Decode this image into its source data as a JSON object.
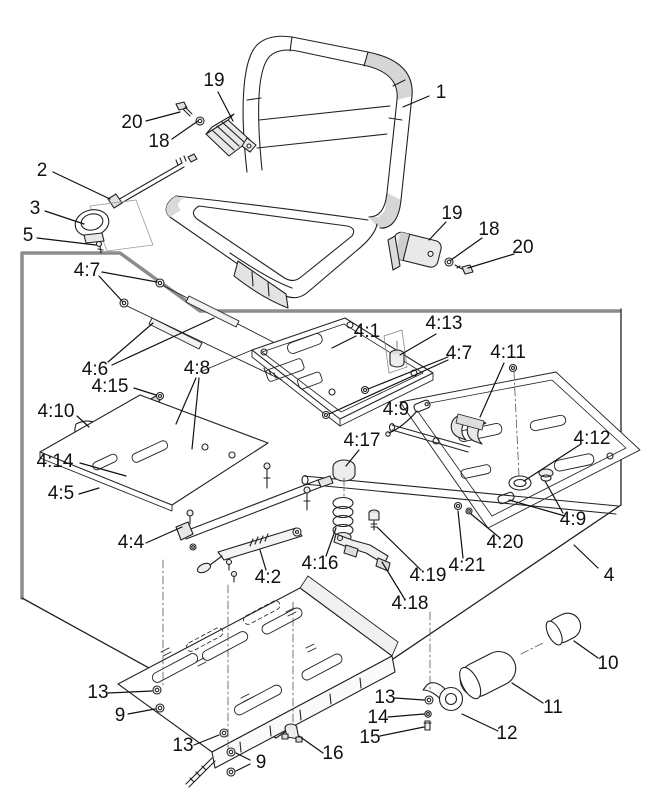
{
  "figure": {
    "type": "exploded-parts-diagram",
    "subject": "Seat assembly exploded view with numbered callouts"
  },
  "colors": {
    "line": "#222222",
    "panel_border_gray": "#8c8c8c",
    "shade_light": "#e8e8e8",
    "background": "#ffffff",
    "label_text": "#111111"
  },
  "labels": [
    {
      "id": "callout-1",
      "text": "1"
    },
    {
      "id": "callout-2",
      "text": "2"
    },
    {
      "id": "callout-3",
      "text": "3"
    },
    {
      "id": "callout-5",
      "text": "5"
    },
    {
      "id": "callout-19-top",
      "text": "19"
    },
    {
      "id": "callout-20-top",
      "text": "20"
    },
    {
      "id": "callout-18-top",
      "text": "18"
    },
    {
      "id": "callout-19-right",
      "text": "19"
    },
    {
      "id": "callout-18-right",
      "text": "18"
    },
    {
      "id": "callout-20-right",
      "text": "20"
    },
    {
      "id": "callout-4-7-left",
      "text": "4:7"
    },
    {
      "id": "callout-4-6",
      "text": "4:6"
    },
    {
      "id": "callout-4-8",
      "text": "4:8"
    },
    {
      "id": "callout-4-15",
      "text": "4:15"
    },
    {
      "id": "callout-4-10",
      "text": "4:10"
    },
    {
      "id": "callout-4-14",
      "text": "4:14"
    },
    {
      "id": "callout-4-5",
      "text": "4:5"
    },
    {
      "id": "callout-4-4",
      "text": "4:4"
    },
    {
      "id": "callout-4-1",
      "text": "4:1"
    },
    {
      "id": "callout-4-13",
      "text": "4:13"
    },
    {
      "id": "callout-4-7-right",
      "text": "4:7"
    },
    {
      "id": "callout-4-9-mid",
      "text": "4:9"
    },
    {
      "id": "callout-4-11",
      "text": "4:11"
    },
    {
      "id": "callout-4-12",
      "text": "4:12"
    },
    {
      "id": "callout-4-9-right",
      "text": "4:9"
    },
    {
      "id": "callout-4-17",
      "text": "4:17"
    },
    {
      "id": "callout-4-16",
      "text": "4:16"
    },
    {
      "id": "callout-4-19",
      "text": "4:19"
    },
    {
      "id": "callout-4-18",
      "text": "4:18"
    },
    {
      "id": "callout-4-2",
      "text": "4:2"
    },
    {
      "id": "callout-4-21",
      "text": "4:21"
    },
    {
      "id": "callout-4-20",
      "text": "4:20"
    },
    {
      "id": "callout-4",
      "text": "4"
    },
    {
      "id": "callout-13-left",
      "text": "13"
    },
    {
      "id": "callout-9-left",
      "text": "9"
    },
    {
      "id": "callout-13-mid",
      "text": "13"
    },
    {
      "id": "callout-9-mid",
      "text": "9"
    },
    {
      "id": "callout-16",
      "text": "16"
    },
    {
      "id": "callout-13-right",
      "text": "13"
    },
    {
      "id": "callout-14",
      "text": "14"
    },
    {
      "id": "callout-15",
      "text": "15"
    },
    {
      "id": "callout-12",
      "text": "12"
    },
    {
      "id": "callout-11",
      "text": "11"
    },
    {
      "id": "callout-10",
      "text": "10"
    }
  ]
}
